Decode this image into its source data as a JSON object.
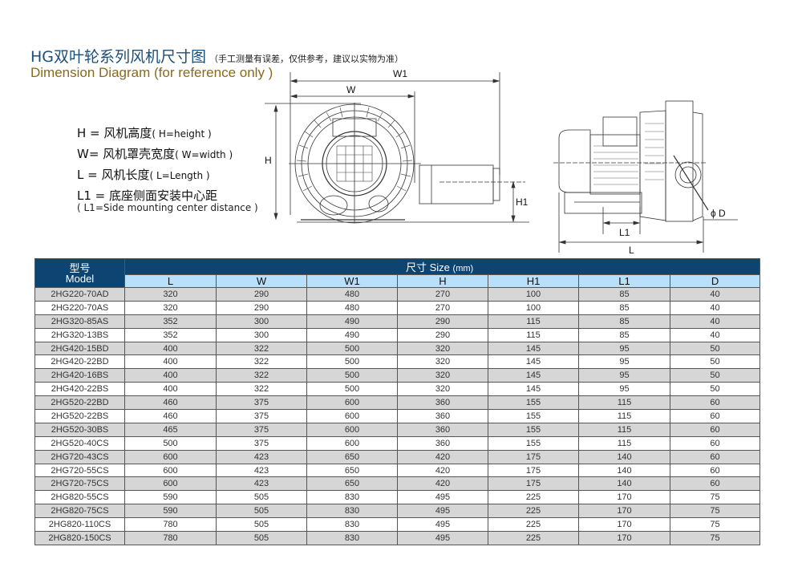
{
  "header": {
    "title_cn": "HG双叶轮系列风机尺寸图",
    "title_note": "（手工测量有误差，仅供参考，建议以实物为准）",
    "title_en": "Dimension Diagram (for reference only )"
  },
  "legend": {
    "items": [
      {
        "cn": "H = 风机高度",
        "en": "( H=height )"
      },
      {
        "cn": "W= 风机罩壳宽度",
        "en": "( W=width )"
      },
      {
        "cn": "L = 风机长度",
        "en": "( L=Length )"
      },
      {
        "cn": "L1 = 底座侧面安装中心距",
        "en": ""
      }
    ],
    "l1_en": "( L1=Side mounting center distance )"
  },
  "diagram_front": {
    "labels": {
      "w1": "W1",
      "w": "W",
      "h": "H",
      "h1": "H1"
    }
  },
  "diagram_side": {
    "labels": {
      "l": "L",
      "l1": "L1",
      "d": "ϕ D"
    }
  },
  "table": {
    "model_header_cn": "型号",
    "model_header_en": "Model",
    "size_header": "尺寸 Size",
    "size_unit": "(mm)",
    "columns": [
      "L",
      "W",
      "W1",
      "H",
      "H1",
      "L1",
      "D"
    ],
    "rows": [
      {
        "model": "2HG220-70AD",
        "values": [
          "320",
          "290",
          "480",
          "270",
          "100",
          "85",
          "40"
        ]
      },
      {
        "model": "2HG220-70AS",
        "values": [
          "320",
          "290",
          "480",
          "270",
          "100",
          "85",
          "40"
        ]
      },
      {
        "model": "2HG320-85AS",
        "values": [
          "352",
          "300",
          "490",
          "290",
          "115",
          "85",
          "40"
        ]
      },
      {
        "model": "2HG320-13BS",
        "values": [
          "352",
          "300",
          "490",
          "290",
          "115",
          "85",
          "40"
        ]
      },
      {
        "model": "2HG420-15BD",
        "values": [
          "400",
          "322",
          "500",
          "320",
          "145",
          "95",
          "50"
        ]
      },
      {
        "model": "2HG420-22BD",
        "values": [
          "400",
          "322",
          "500",
          "320",
          "145",
          "95",
          "50"
        ]
      },
      {
        "model": "2HG420-16BS",
        "values": [
          "400",
          "322",
          "500",
          "320",
          "145",
          "95",
          "50"
        ]
      },
      {
        "model": "2HG420-22BS",
        "values": [
          "400",
          "322",
          "500",
          "320",
          "145",
          "95",
          "50"
        ]
      },
      {
        "model": "2HG520-22BD",
        "values": [
          "460",
          "375",
          "600",
          "360",
          "155",
          "115",
          "60"
        ]
      },
      {
        "model": "2HG520-22BS",
        "values": [
          "460",
          "375",
          "600",
          "360",
          "155",
          "115",
          "60"
        ]
      },
      {
        "model": "2HG520-30BS",
        "values": [
          "465",
          "375",
          "600",
          "360",
          "155",
          "115",
          "60"
        ]
      },
      {
        "model": "2HG520-40CS",
        "values": [
          "500",
          "375",
          "600",
          "360",
          "155",
          "115",
          "60"
        ]
      },
      {
        "model": "2HG720-43CS",
        "values": [
          "600",
          "423",
          "650",
          "420",
          "175",
          "140",
          "60"
        ]
      },
      {
        "model": "2HG720-55CS",
        "values": [
          "600",
          "423",
          "650",
          "420",
          "175",
          "140",
          "60"
        ]
      },
      {
        "model": "2HG720-75CS",
        "values": [
          "600",
          "423",
          "650",
          "420",
          "175",
          "140",
          "60"
        ]
      },
      {
        "model": "2HG820-55CS",
        "values": [
          "590",
          "505",
          "830",
          "495",
          "225",
          "170",
          "75"
        ]
      },
      {
        "model": "2HG820-75CS",
        "values": [
          "590",
          "505",
          "830",
          "495",
          "225",
          "170",
          "75"
        ]
      },
      {
        "model": "2HG820-110CS",
        "values": [
          "780",
          "505",
          "830",
          "495",
          "225",
          "170",
          "75"
        ]
      },
      {
        "model": "2HG820-150CS",
        "values": [
          "780",
          "505",
          "830",
          "495",
          "225",
          "170",
          "75"
        ]
      }
    ]
  },
  "colors": {
    "title_blue": "#1a4f7a",
    "subtitle_gold": "#8a6a1a",
    "header_navy": "#0d4472",
    "header_light": "#b8e0fb",
    "row_gray": "#d6d6d6"
  }
}
